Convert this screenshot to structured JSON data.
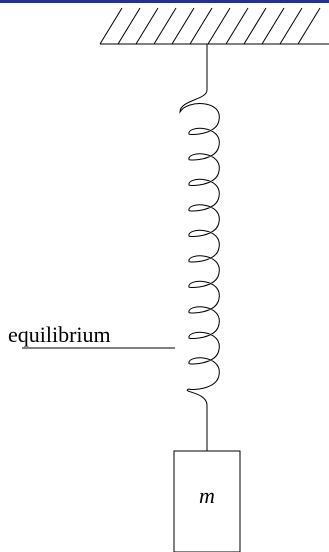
{
  "colors": {
    "top_bar": "#2b2f8f",
    "line": "#000000",
    "background": "#ffffff"
  },
  "diagram": {
    "label_equilibrium": "equilibrium",
    "mass_label": "m",
    "coil_count": 11
  }
}
